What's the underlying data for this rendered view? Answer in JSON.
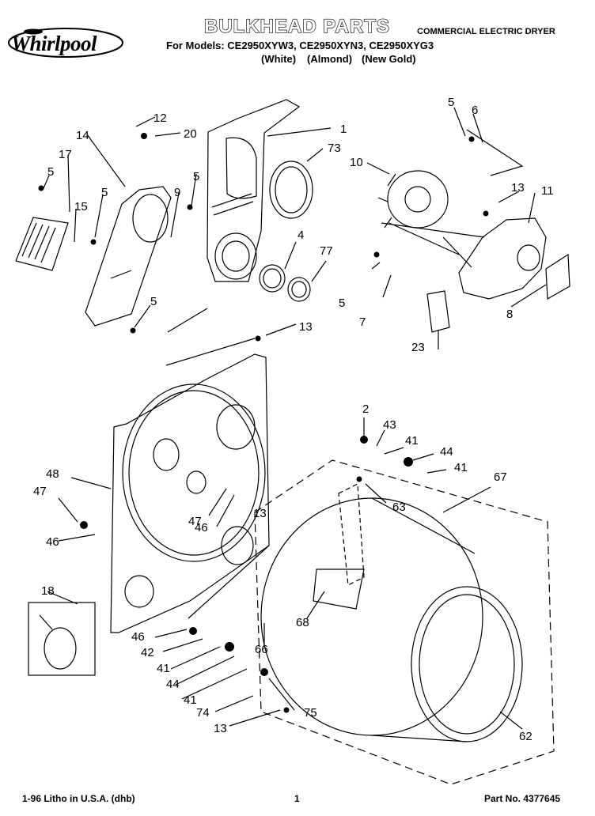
{
  "header": {
    "brand": "Whirlpool",
    "title": "BULKHEAD PARTS",
    "models_line": "For Models: CE2950XYW3, CE2950XYN3, CE2950XYG3",
    "color_white": "(White)",
    "color_almond": "(Almond)",
    "color_gold": "(New Gold)",
    "dryer_type": "COMMERCIAL ELECTRIC DRYER"
  },
  "callouts": [
    "1",
    "2",
    "4",
    "5",
    "5",
    "5",
    "5",
    "5",
    "5",
    "6",
    "7",
    "8",
    "9",
    "10",
    "11",
    "12",
    "13",
    "13",
    "13",
    "13",
    "14",
    "15",
    "17",
    "18",
    "20",
    "23",
    "41",
    "41",
    "41",
    "41",
    "42",
    "43",
    "44",
    "44",
    "46",
    "46",
    "46",
    "47",
    "47",
    "48",
    "62",
    "63",
    "66",
    "67",
    "68",
    "73",
    "74",
    "75",
    "77"
  ],
  "footer": {
    "litho": "1-96 Litho in U.S.A. (dhb)",
    "page": "1",
    "part_no": "Part No. 4377645"
  }
}
